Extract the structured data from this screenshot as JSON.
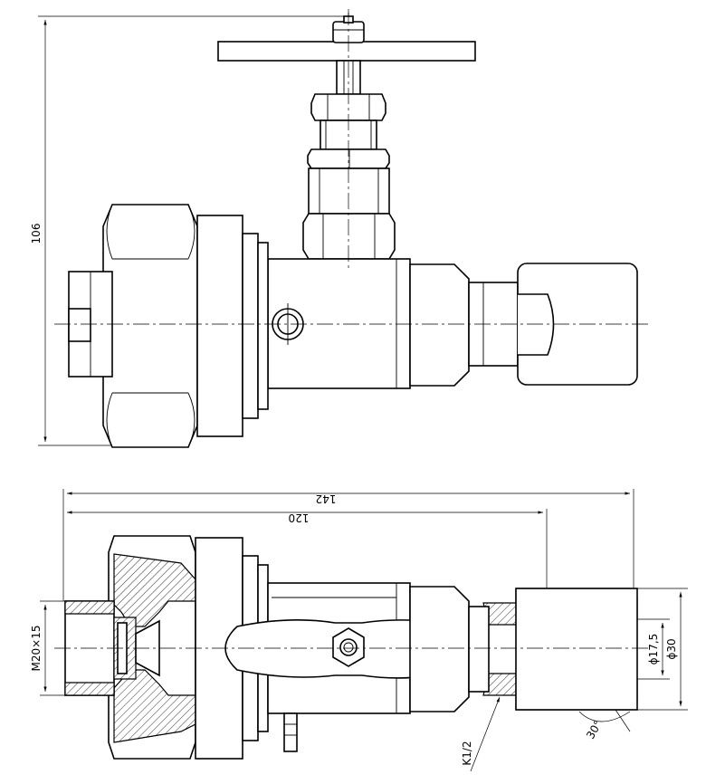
{
  "dimensions": {
    "height_total": "106",
    "length_total": "142",
    "length_body": "120",
    "thread_left": "M20×15",
    "thread_right": "K1/2",
    "dia_inner": "ϕ17,5",
    "dia_outer": "ϕ30",
    "chamfer_angle": "30°"
  },
  "colors": {
    "line": "#000000",
    "paper": "#ffffff"
  }
}
